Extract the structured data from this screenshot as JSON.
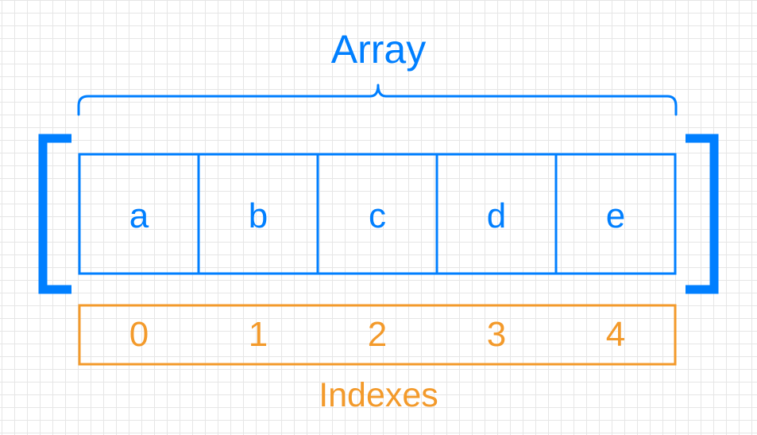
{
  "labels": {
    "array_title": "Array",
    "indexes_title": "Indexes"
  },
  "array": {
    "elements": [
      "a",
      "b",
      "c",
      "d",
      "e"
    ],
    "indexes": [
      "0",
      "1",
      "2",
      "3",
      "4"
    ]
  },
  "colors": {
    "array": "#007fff",
    "index": "#f39a2b",
    "grid": "#e6e6e6",
    "background": "#ffffff"
  }
}
